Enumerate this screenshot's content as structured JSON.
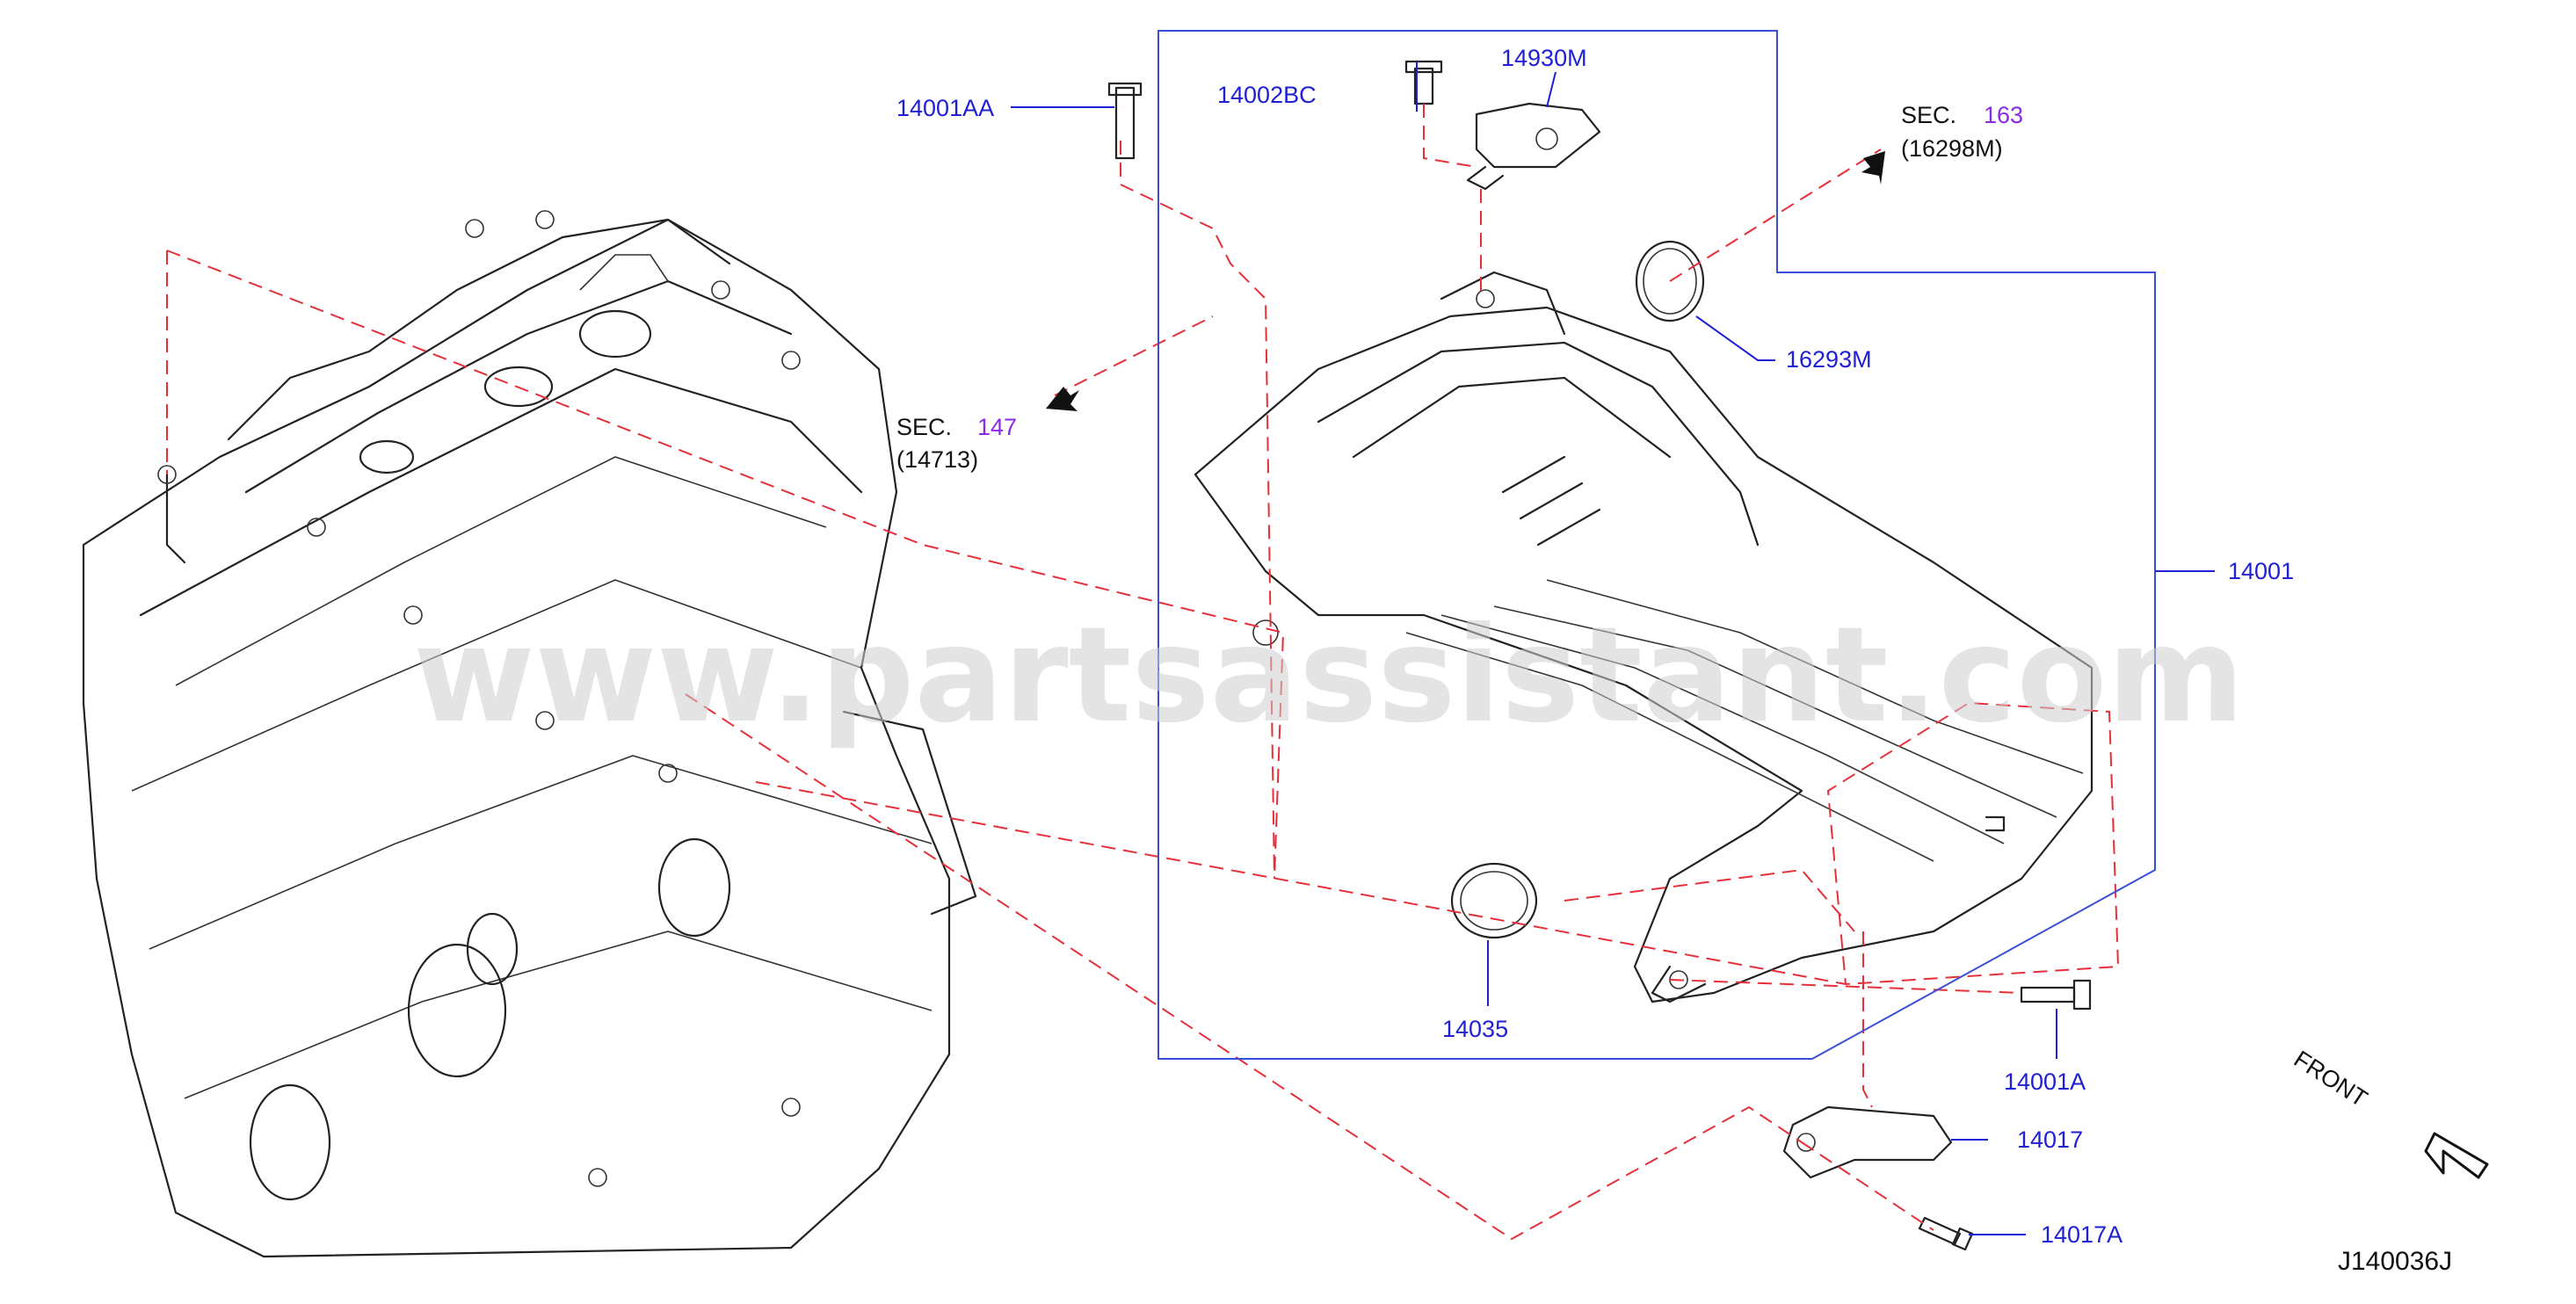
{
  "diagram": {
    "drawing_code": "J140036J",
    "watermark": "www.partsassistant.com",
    "front_label": "FRONT",
    "colors": {
      "part_number": "#1f1fd6",
      "section_number": "#8a2be2",
      "dashed_line": "#e5303a",
      "frame": "#3a4fd8"
    },
    "callouts": [
      {
        "id": "14001AA"
      },
      {
        "id": "14002BC"
      },
      {
        "id": "14930M"
      },
      {
        "id": "16293M"
      },
      {
        "id": "14001"
      },
      {
        "id": "14035"
      },
      {
        "id": "14001A"
      },
      {
        "id": "14017"
      },
      {
        "id": "14017A"
      }
    ],
    "section_refs": [
      {
        "prefix": "SEC.",
        "number": "147",
        "sub": "(14713)"
      },
      {
        "prefix": "SEC.",
        "number": "163",
        "sub": "(16298M)"
      }
    ]
  }
}
